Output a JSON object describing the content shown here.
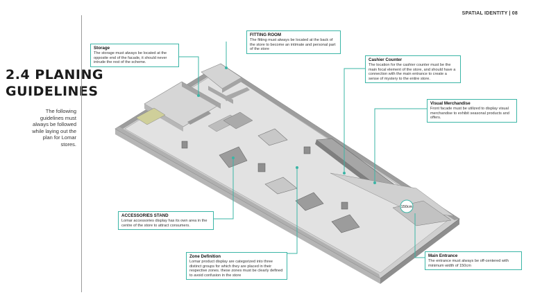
{
  "header": {
    "label": "SPATIAL IDENTITY | 08"
  },
  "title": {
    "line1": "2.4 PLANING",
    "line2": "GUIDELINES"
  },
  "intro": "The following guidelines must always be followed while laying out the plan for Lomar stores.",
  "dimension_label": "150cm",
  "colors": {
    "accent": "#3ab5a6",
    "floor": "#dcdcdc",
    "wall": "#a9a9a9"
  },
  "callouts": [
    {
      "id": "storage",
      "title": "Storage",
      "body": "The storage must always be located at the opposite end of the facade, it should never intrude the rest of the scheme."
    },
    {
      "id": "fitting",
      "title": "FITTING ROOM",
      "body": "The fitting must always be located at the back of the store to become an intimate and personal part of the store"
    },
    {
      "id": "cashier",
      "title": "Cashier Counter",
      "body": "The location for the cashier counter must be the main focal element of the store, and should have a connection with the main entrance to create a sense of mystery to the entire store."
    },
    {
      "id": "visual",
      "title": "Visual Merchandise",
      "body": "Front facade must be utilized to display visual merchandise to exhibit seasonal products and offers."
    },
    {
      "id": "accessories",
      "title": "ACCESSORIES STAND",
      "body": "Lomar accessories display has its own area in the centre of the store to attract consumers."
    },
    {
      "id": "zone",
      "title": "Zone Definition",
      "body": "Lomar product display are categorized into three distinct groups for which they are placed in their respective zones. these zones must be clearly defined to avoid confusion in the store"
    },
    {
      "id": "entrance",
      "title": "Main Entrance",
      "body": "The entrance must always be off-centered with minimum width of 150cm"
    }
  ]
}
